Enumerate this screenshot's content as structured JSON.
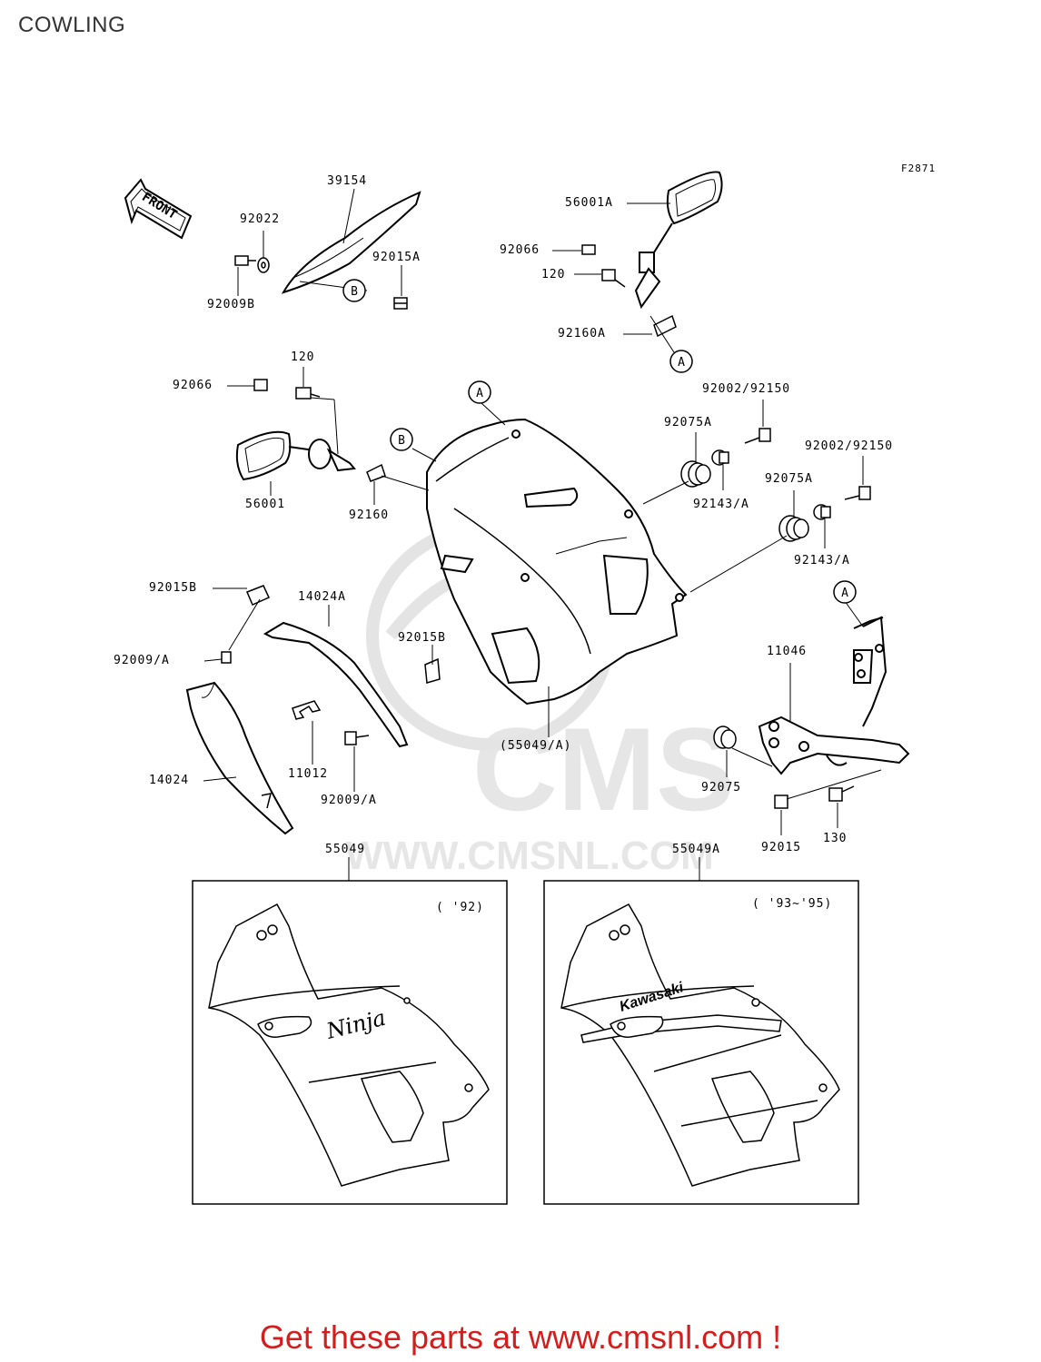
{
  "page": {
    "title": "COWLING",
    "figure_code": "F2871"
  },
  "front_arrow": {
    "text": "FRONT"
  },
  "watermark": {
    "brand": "CMS",
    "url": "WWW.CMSNL.COM"
  },
  "parts": {
    "p39154": "39154",
    "p92022": "92022",
    "p92015A": "92015A",
    "p92009B": "92009B",
    "p56001A": "56001A",
    "p92066_r": "92066",
    "p120_r": "120",
    "p92160A": "92160A",
    "p92066_l": "92066",
    "p120_l": "120",
    "p56001": "56001",
    "p92160": "92160",
    "p92002_1": "92002/92150",
    "p92075A_1": "92075A",
    "p92143_1": "92143/A",
    "p92002_2": "92002/92150",
    "p92075A_2": "92075A",
    "p92143_2": "92143/A",
    "p92015B_1": "92015B",
    "p14024A": "14024A",
    "p92015B_2": "92015B",
    "p92009A_1": "92009/A",
    "p11046": "11046",
    "p14024": "14024",
    "p11012": "11012",
    "p92009A_2": "92009/A",
    "p55049A_paren": "(55049/A)",
    "p92075": "92075",
    "p92015": "92015",
    "p130": "130",
    "p55049": "55049",
    "p55049A": "55049A"
  },
  "refs": {
    "A": "A",
    "B": "B"
  },
  "insets": {
    "left_year": "( '92)",
    "right_year": "( '93~'95)",
    "left_logo": "Ninja",
    "right_logo": "Kawasaki"
  },
  "footer": {
    "text": "Get these parts at www.cmsnl.com !"
  }
}
